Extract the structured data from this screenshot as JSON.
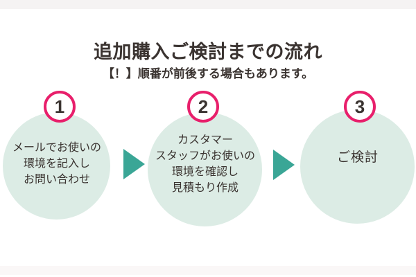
{
  "header": {
    "title": "追加購入ご検討までの流れ",
    "note": "【！】順番が前後する場合もあります。"
  },
  "steps": [
    {
      "number": "1",
      "lines": [
        "メールでお使いの",
        "環境を記入し",
        "お問い合わせ"
      ]
    },
    {
      "number": "2",
      "lines": [
        "カスタマー",
        "スタッフがお使いの",
        "環境を確認し",
        "見積もり作成"
      ]
    },
    {
      "number": "3",
      "lines": [
        "ご検討"
      ]
    }
  ],
  "colors": {
    "circle_fill": "#dcece5",
    "arrow": "#3aa696",
    "badge_ring": "#e81f6b",
    "text": "#3a3330"
  }
}
